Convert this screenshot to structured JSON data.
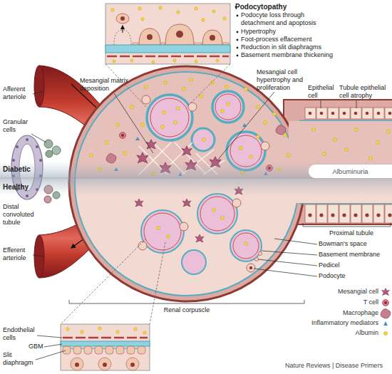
{
  "diagram": {
    "nodes": [
      {
        "text": [
          "Albuminuria"
        ]
      }
    ],
    "labels": [
      "Podocytopathy",
      "Podocyte loss through detachment and apoptosis",
      "Hypertrophy",
      "Foot-process effacement",
      "Reduction in slit diaphragms",
      "Basement membrane thickening",
      "Mesangial matrix deposition",
      "Mesangial cell hypertrophy and proliferation",
      "Epithelial cell",
      "Tubule epithelial cell atrophy",
      "Afferent arteriole",
      "Granular cells",
      "Diabetic",
      "Healthy",
      "Distal convoluted tubule",
      "Efferent arteriole",
      "Proximal tubule",
      "Bowman's space",
      "Basement membrane",
      "Pedicel",
      "Podocyte",
      "Renal corpuscle",
      "Endothelial cells",
      "GBM",
      "Slit diaphragm",
      "Nature Reviews | Disease Primers"
    ],
    "legend": [
      {
        "text": "Mesangial cell"
      },
      {
        "text": "T cell"
      },
      {
        "text": "Macrophage"
      },
      {
        "text": "Inflammatory mediators"
      },
      {
        "text": "Albumin"
      }
    ]
  }
}
